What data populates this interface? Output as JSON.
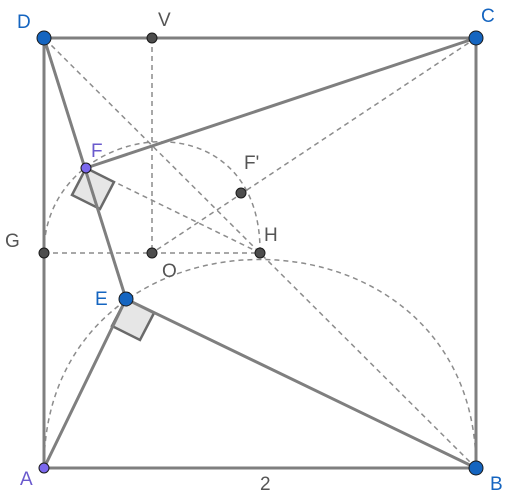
{
  "figure": {
    "labels": {
      "D": "D",
      "V": "V",
      "C": "C",
      "F": "F",
      "F_prime": "F'",
      "G": "G",
      "H": "H",
      "O": "O",
      "E": "E",
      "A": "A",
      "B": "B",
      "side_length": "2"
    },
    "colors": {
      "primary_point": "#1565c0",
      "secondary_point": "#7b68ee",
      "auxiliary_point": "#4d4d4d",
      "label_blue": "#1565c0",
      "label_purple": "#6a5acd",
      "label_gray": "#555555",
      "solid_line": "#7f7f7f",
      "dashed_line": "#8c8c8c",
      "right_angle_fill": "#e6e6e6"
    }
  }
}
